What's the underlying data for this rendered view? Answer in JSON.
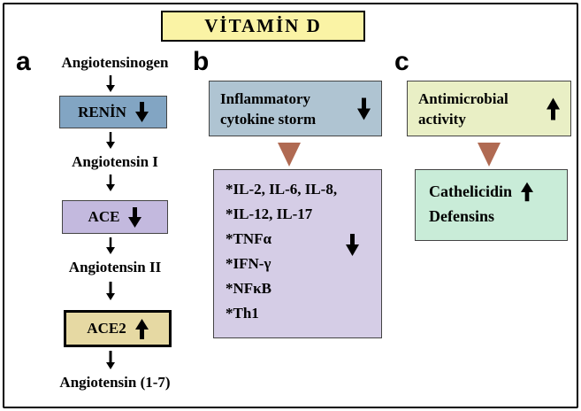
{
  "title": "VİTAMİN D",
  "panels": {
    "a": {
      "label": "a",
      "node1": "Angiotensinogen",
      "renin": "RENİN",
      "node2": "Angiotensin I",
      "ace": "ACE",
      "node3": "Angiotensin II",
      "ace2": "ACE2",
      "node4": "Angiotensin  (1-7)"
    },
    "b": {
      "label": "b",
      "storm_line1": "Inflammatory",
      "storm_line2": "cytokine storm",
      "cytokines": [
        "*IL-2, IL-6, IL-8,",
        "*IL-12, IL-17",
        "*TNFα",
        "*IFN-γ",
        "*NFκB",
        "*Th1"
      ]
    },
    "c": {
      "label": "c",
      "anti_line1": "Antimicrobial",
      "anti_line2": "activity",
      "cath_line1": "Cathelicidin",
      "cath_line2": "Defensins"
    }
  },
  "colors": {
    "title_bg": "#FAF3A5",
    "renin_bg": "#82A5C3",
    "ace_bg": "#C3B9DE",
    "ace2_bg": "#E6D9A3",
    "storm_bg": "#AFC4D2",
    "cytokine_bg": "#D5CDE6",
    "antimicrobial_bg": "#E9EFC5",
    "cathelicidin_bg": "#C9ECD8",
    "triangle": "#B06A52",
    "arrow": "#000000"
  }
}
